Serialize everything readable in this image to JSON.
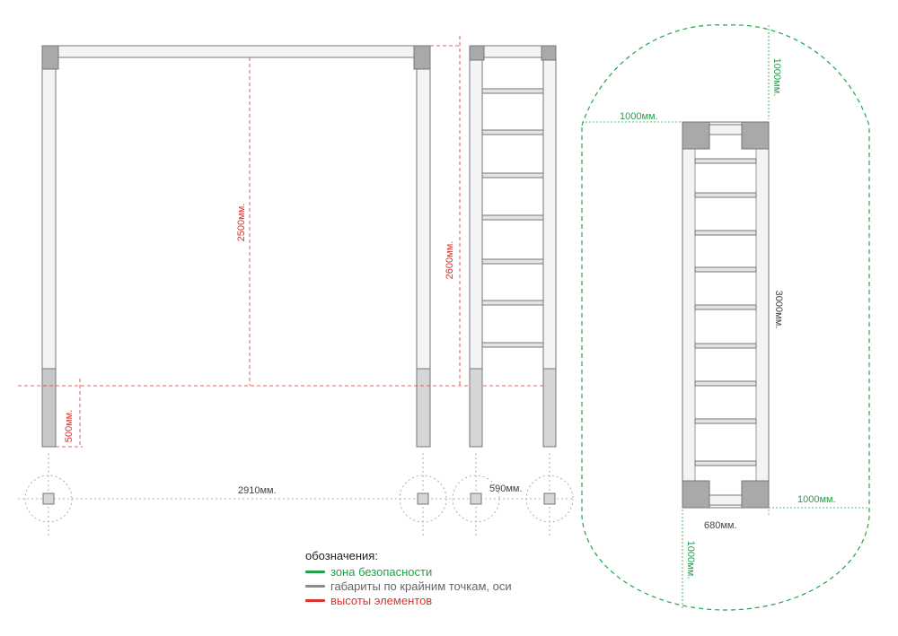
{
  "colors": {
    "safety": "#1fa548",
    "axes": "#8a8a8a",
    "heights": "#e0322e",
    "post_fill": "#f4f4f4",
    "post_stroke": "#777777",
    "cap_fill": "#a9a9a9",
    "foot_fill": "#c8c8c8"
  },
  "dimensions": {
    "height_bar": "2500мм.",
    "height_total": "2600мм.",
    "depth_footing": "500мм.",
    "span_axes": "2910мм.",
    "ladder_width_front": "590мм.",
    "safety_top": "1000мм.",
    "safety_left": "1000мм.",
    "safety_right": "1000мм.",
    "safety_bottom": "1000мм.",
    "plan_length": "3000мм.",
    "plan_width": "680мм."
  },
  "legend": {
    "title": "обозначения:",
    "items": [
      {
        "label": "зона безопасности",
        "color": "#1fa548"
      },
      {
        "label": "габариты по крайним точкам, оси",
        "color": "#8a8a8a"
      },
      {
        "label": "высоты элементов",
        "color": "#e0322e"
      }
    ]
  }
}
